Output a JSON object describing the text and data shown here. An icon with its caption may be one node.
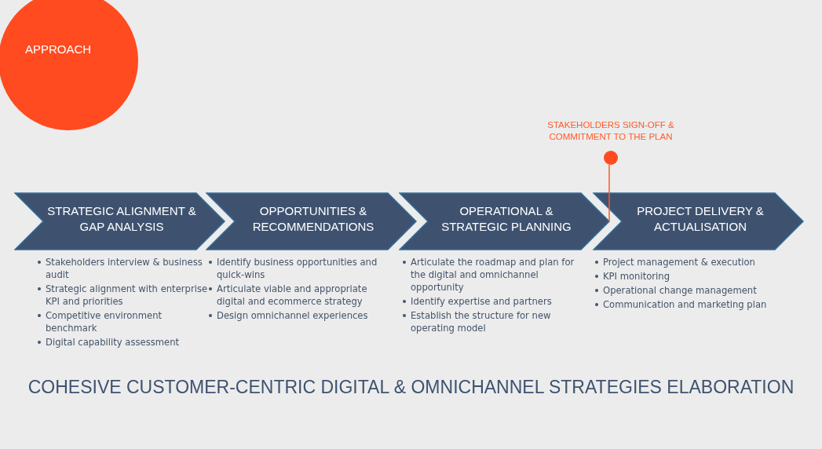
{
  "diagram": {
    "caption": "COHESIVE CUSTOMER-CENTRIC DIGITAL & OMNICHANNEL STRATEGIES ELABORATION",
    "nodes": [
      {
        "text": [
          "APPROACH"
        ]
      },
      {
        "text": [
          "STRATEGIC ALIGNMENT & GAP ANALYSIS"
        ],
        "beside": [
          "Stakeholders interview & business audit",
          "Strategic alignment with enterprise KPI and priorities",
          "Competitive environment benchmark",
          "Digital capability assessment"
        ]
      },
      {
        "text": [
          "OPPORTUNITIES & RECOMMENDATIONS"
        ],
        "beside": [
          "Identify business opportunities and quick-wins",
          "Articulate viable and appropriate digital and ecommerce strategy",
          "Design omnichannel experiences"
        ]
      },
      {
        "text": [
          "OPERATIONAL & STRATEGIC PLANNING"
        ],
        "beside": [
          "Articulate the roadmap and plan for the digital and omnichannel opportunity",
          "Identify expertise and partners",
          "Establish the structure for new operating model"
        ]
      },
      {
        "text": [
          "PROJECT DELIVERY & ACTUALISATION"
        ],
        "beside": [
          "Project management & execution",
          "KPI monitoring",
          "Operational change management",
          "Communication and marketing plan"
        ]
      },
      {
        "text": [],
        "shape": "circle",
        "beside": [
          "STAKEHOLDERS SIGN-OFF & COMMITMENT TO THE PLAN"
        ]
      }
    ],
    "edges": [
      {
        "from": 5,
        "to": 3,
        "arrow": "none"
      }
    ]
  }
}
